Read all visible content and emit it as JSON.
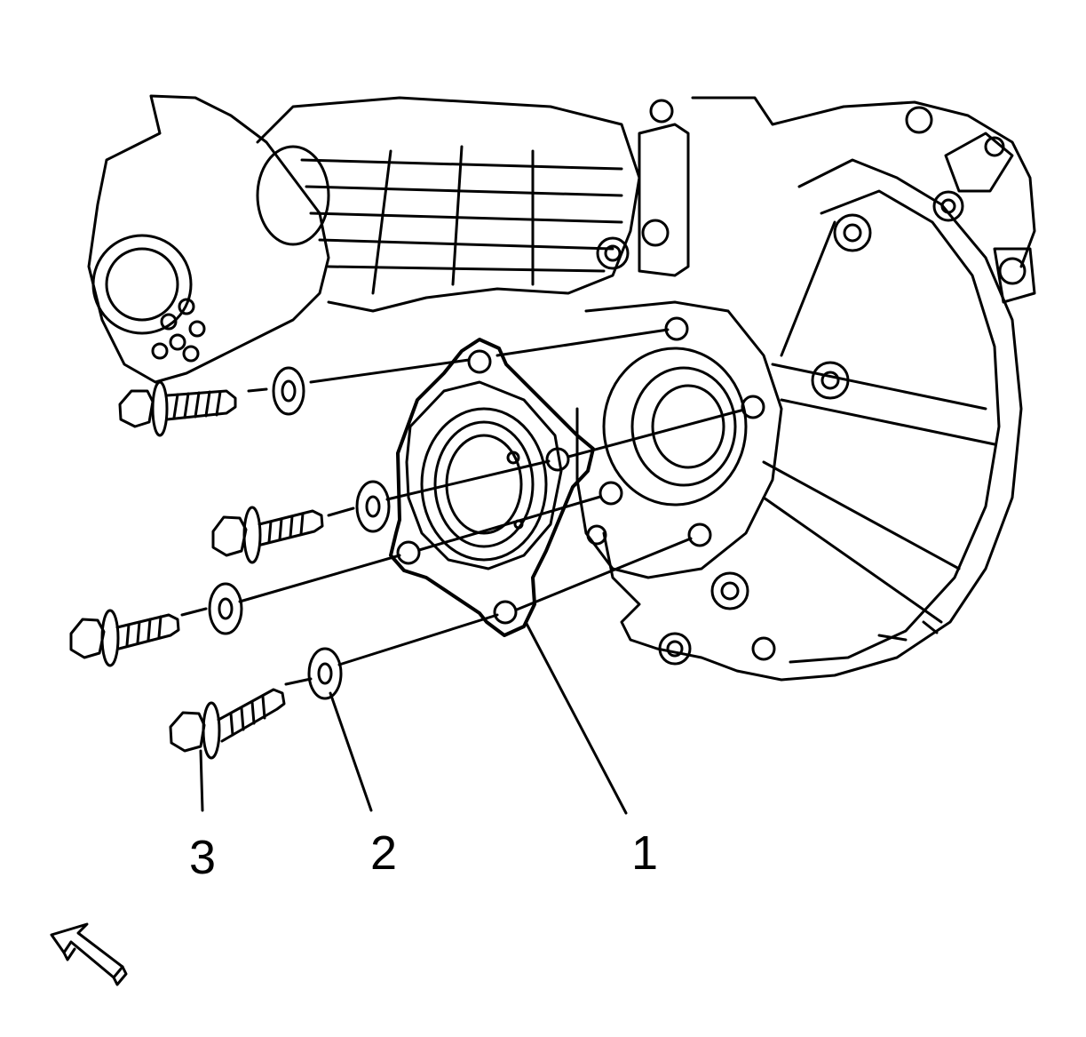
{
  "callouts": [
    {
      "id": "1",
      "part": "seal-housing-gasket"
    },
    {
      "id": "2",
      "part": "washer"
    },
    {
      "id": "3",
      "part": "bolt"
    }
  ],
  "colors": {
    "line": "#000000",
    "background": "#ffffff"
  },
  "icons": {
    "direction": "front-arrow-icon"
  }
}
